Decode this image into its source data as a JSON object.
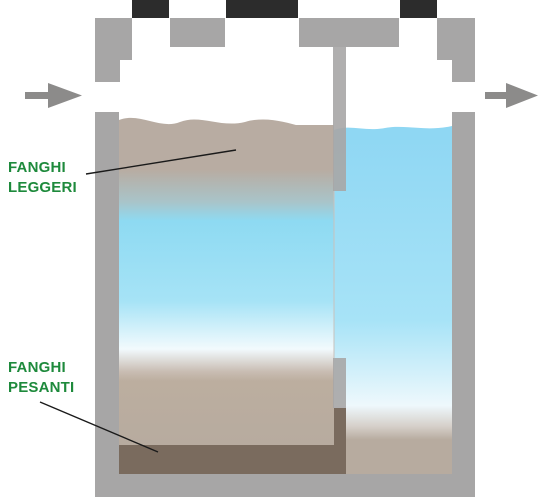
{
  "labels": {
    "light_sludge": [
      "FANGHI",
      "LEGGERI"
    ],
    "heavy_sludge": [
      "FANGHI",
      "PESANTI"
    ]
  },
  "colors": {
    "wall": "#a7a6a6",
    "lid": "#2c2c2c",
    "arrow": "#8c8b8a",
    "label": "#1e8a3c",
    "sludge_light": "#b9aca2",
    "sludge_heavy": "#7a6b5e",
    "water": "#92dcf5"
  },
  "icons": {
    "inlet": "arrow-right-icon",
    "outlet": "arrow-right-icon"
  }
}
